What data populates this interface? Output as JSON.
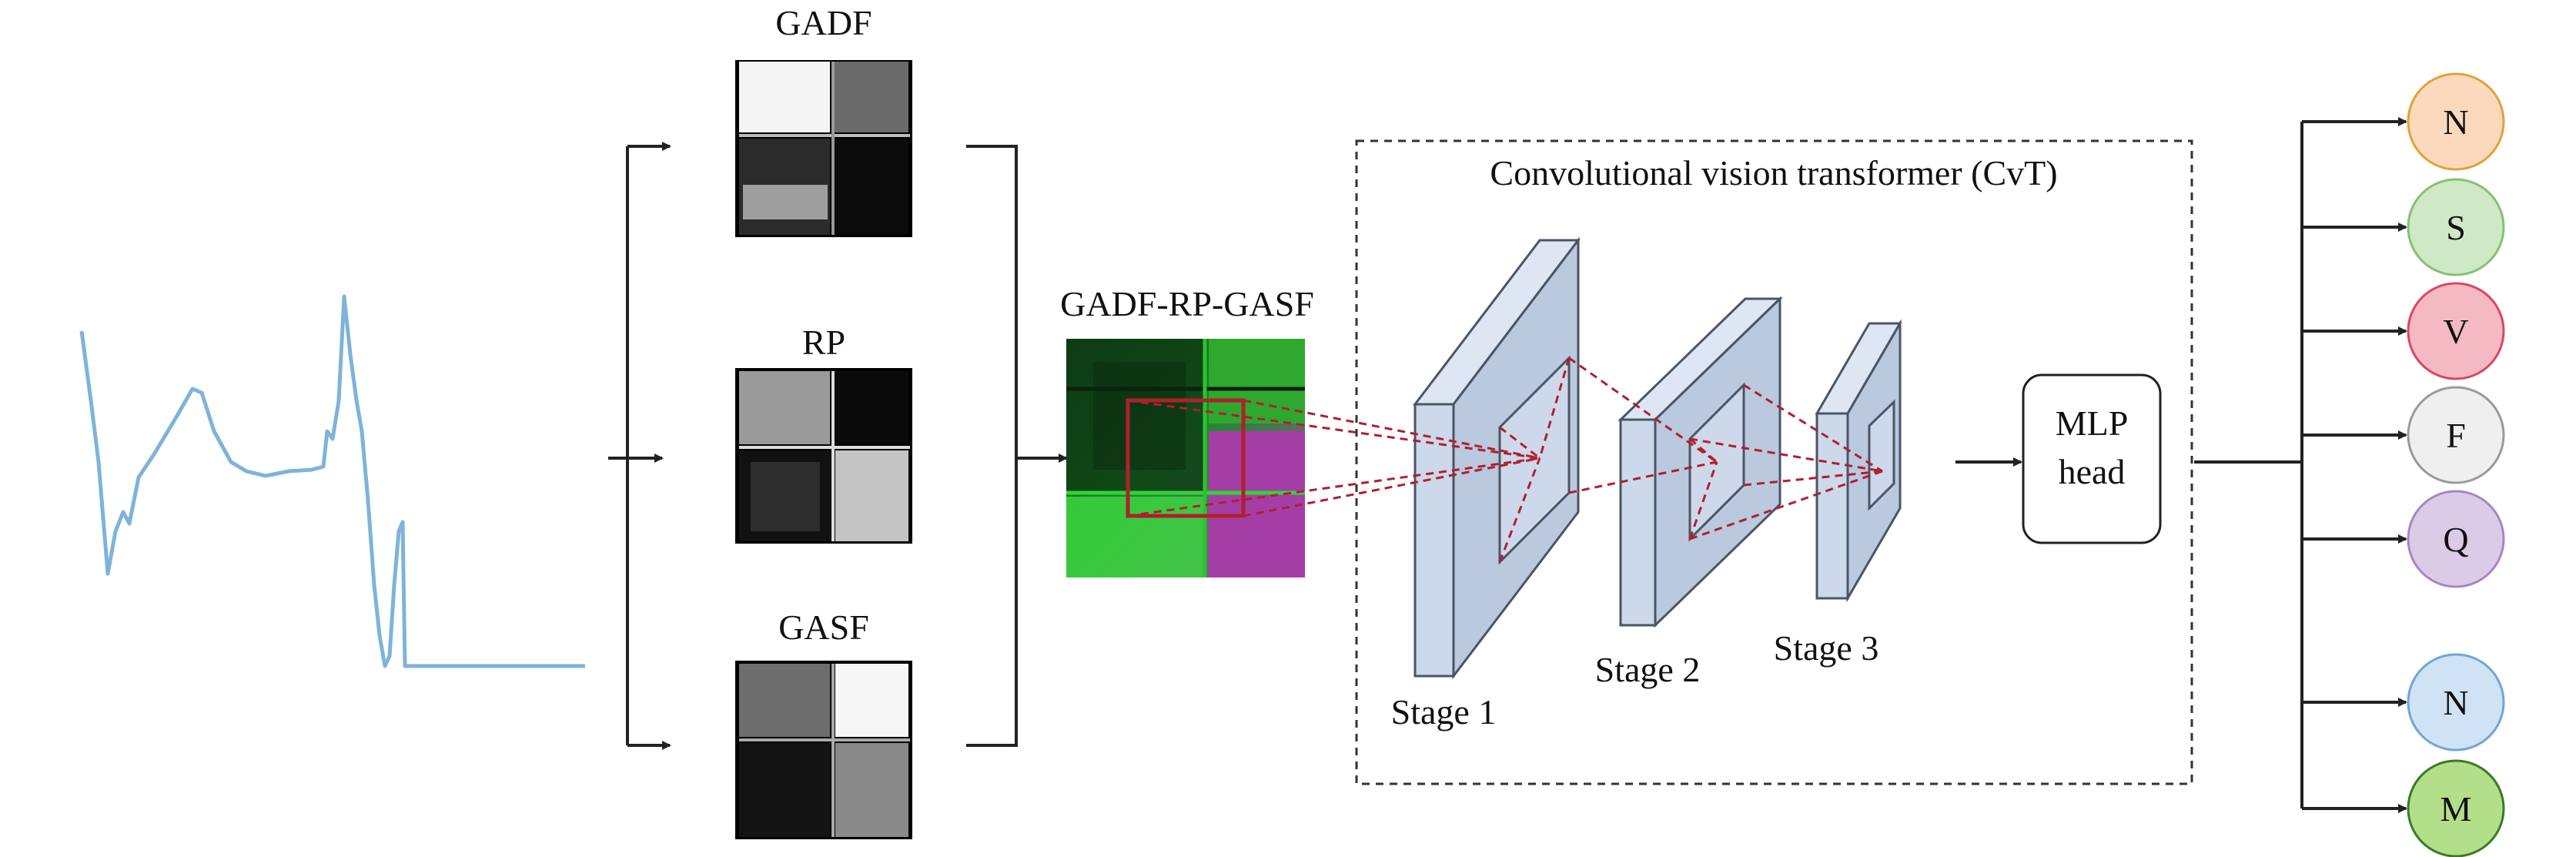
{
  "images": {
    "gadf_label": "GADF",
    "rp_label": "RP",
    "gasf_label": "GASF",
    "fused_label": "GADF-RP-GASF"
  },
  "cvt": {
    "title": "Convolutional vision transformer (CvT)",
    "stages": [
      "Stage 1",
      "Stage 2",
      "Stage 3"
    ],
    "head": {
      "line1": "MLP",
      "line2": "head"
    }
  },
  "outputs": [
    {
      "label": "N",
      "fill": "#fcd9bd",
      "stroke": "#e0a23a"
    },
    {
      "label": "S",
      "fill": "#cfe8c6",
      "stroke": "#86c173"
    },
    {
      "label": "V",
      "fill": "#f4b9c2",
      "stroke": "#d9485f"
    },
    {
      "label": "F",
      "fill": "#efefef",
      "stroke": "#9a9a9a"
    },
    {
      "label": "Q",
      "fill": "#dccbe6",
      "stroke": "#a687c0"
    },
    {
      "label": "N",
      "fill": "#cfe3f5",
      "stroke": "#6fa6d6"
    },
    {
      "label": "M",
      "fill": "#b3de8a",
      "stroke": "#3b7a26"
    }
  ],
  "colors": {
    "signal": "#7fb3d9",
    "connector": "#b11f2e",
    "cube_front": "#ccd9ea",
    "cube_side": "#bac9dd",
    "cube_edge": "#4a5566",
    "arrow": "#222222"
  }
}
